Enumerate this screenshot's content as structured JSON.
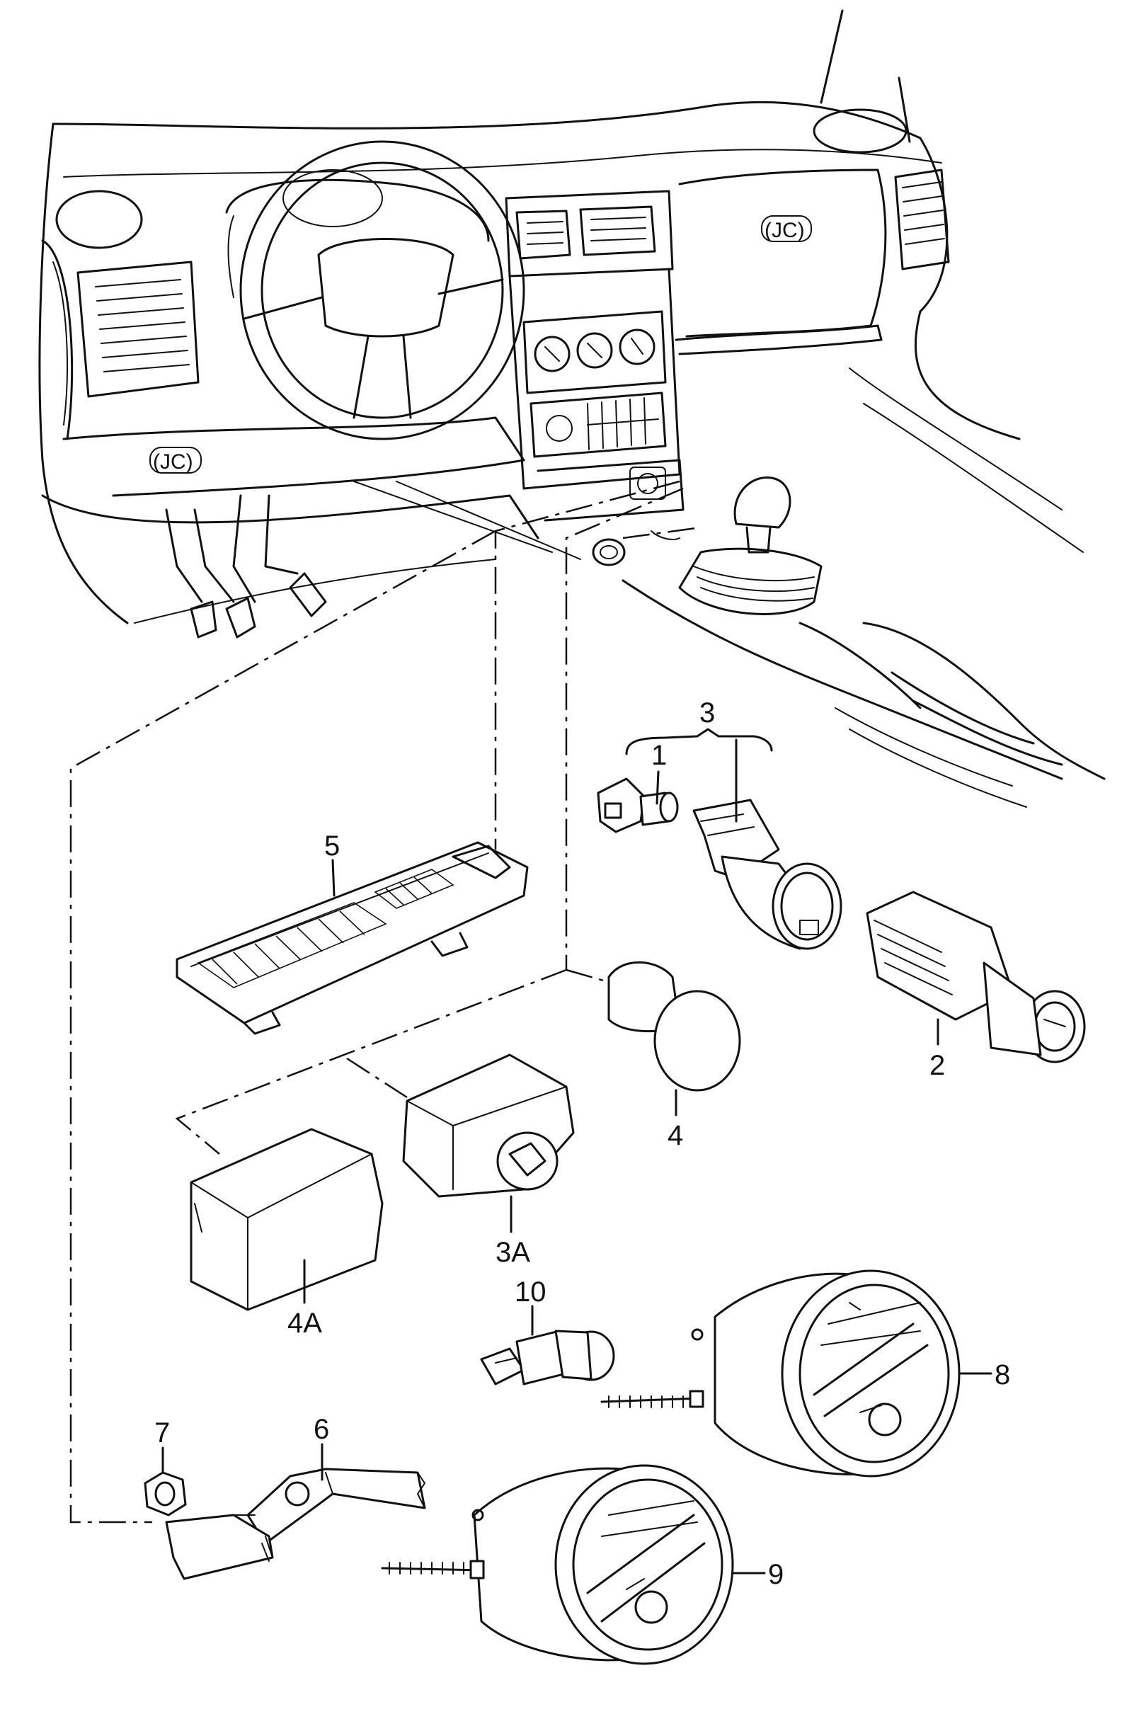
{
  "diagram": {
    "labels": {
      "p1": "1",
      "p2": "2",
      "p3": "3",
      "p3a": "3A",
      "p4": "4",
      "p4a": "4A",
      "p5": "5",
      "p6": "6",
      "p7": "7",
      "p8": "8",
      "p9": "9",
      "p10": "10"
    },
    "marks": {
      "glovebox": "(JC)",
      "lower_panel": "(JC)"
    }
  }
}
